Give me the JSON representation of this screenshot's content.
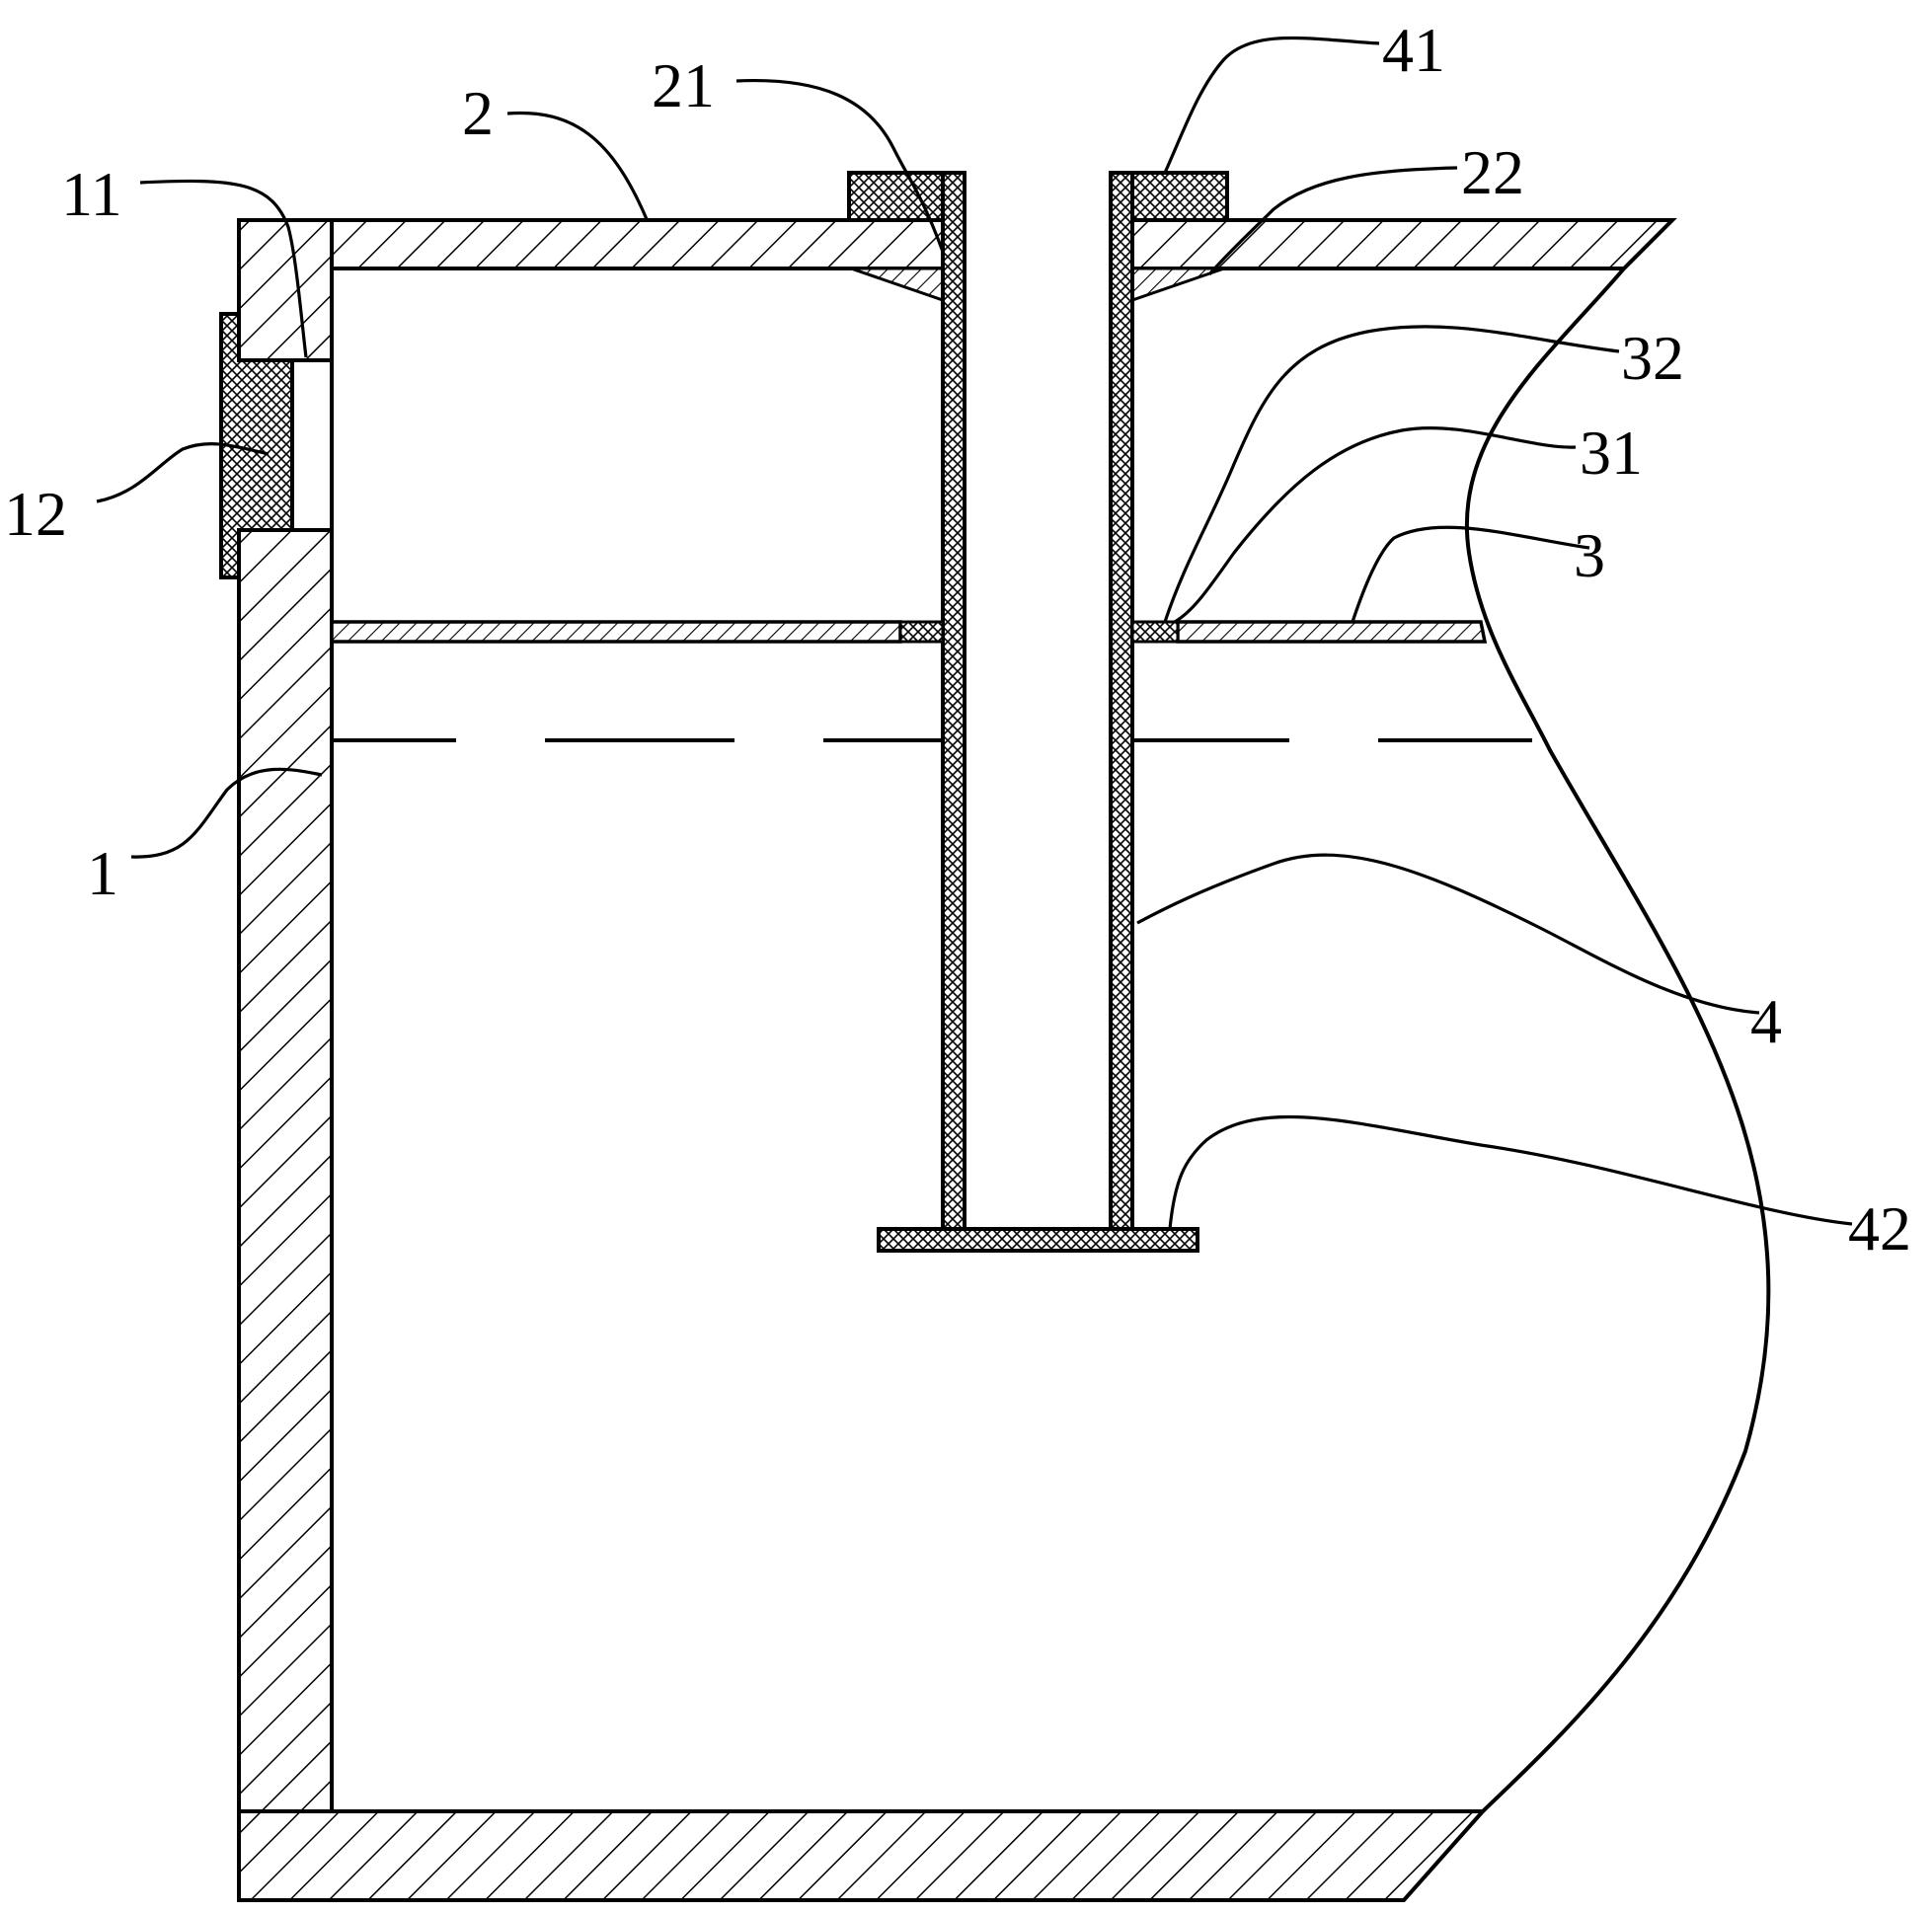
{
  "figure": {
    "labels": {
      "l1": "1",
      "l2": "2",
      "l3": "3",
      "l4": "4",
      "l11": "11",
      "l12": "12",
      "l21": "21",
      "l22": "22",
      "l31": "31",
      "l32": "32",
      "l41": "41",
      "l42": "42"
    },
    "colors": {
      "stroke": "#000000",
      "background": "#ffffff"
    }
  }
}
